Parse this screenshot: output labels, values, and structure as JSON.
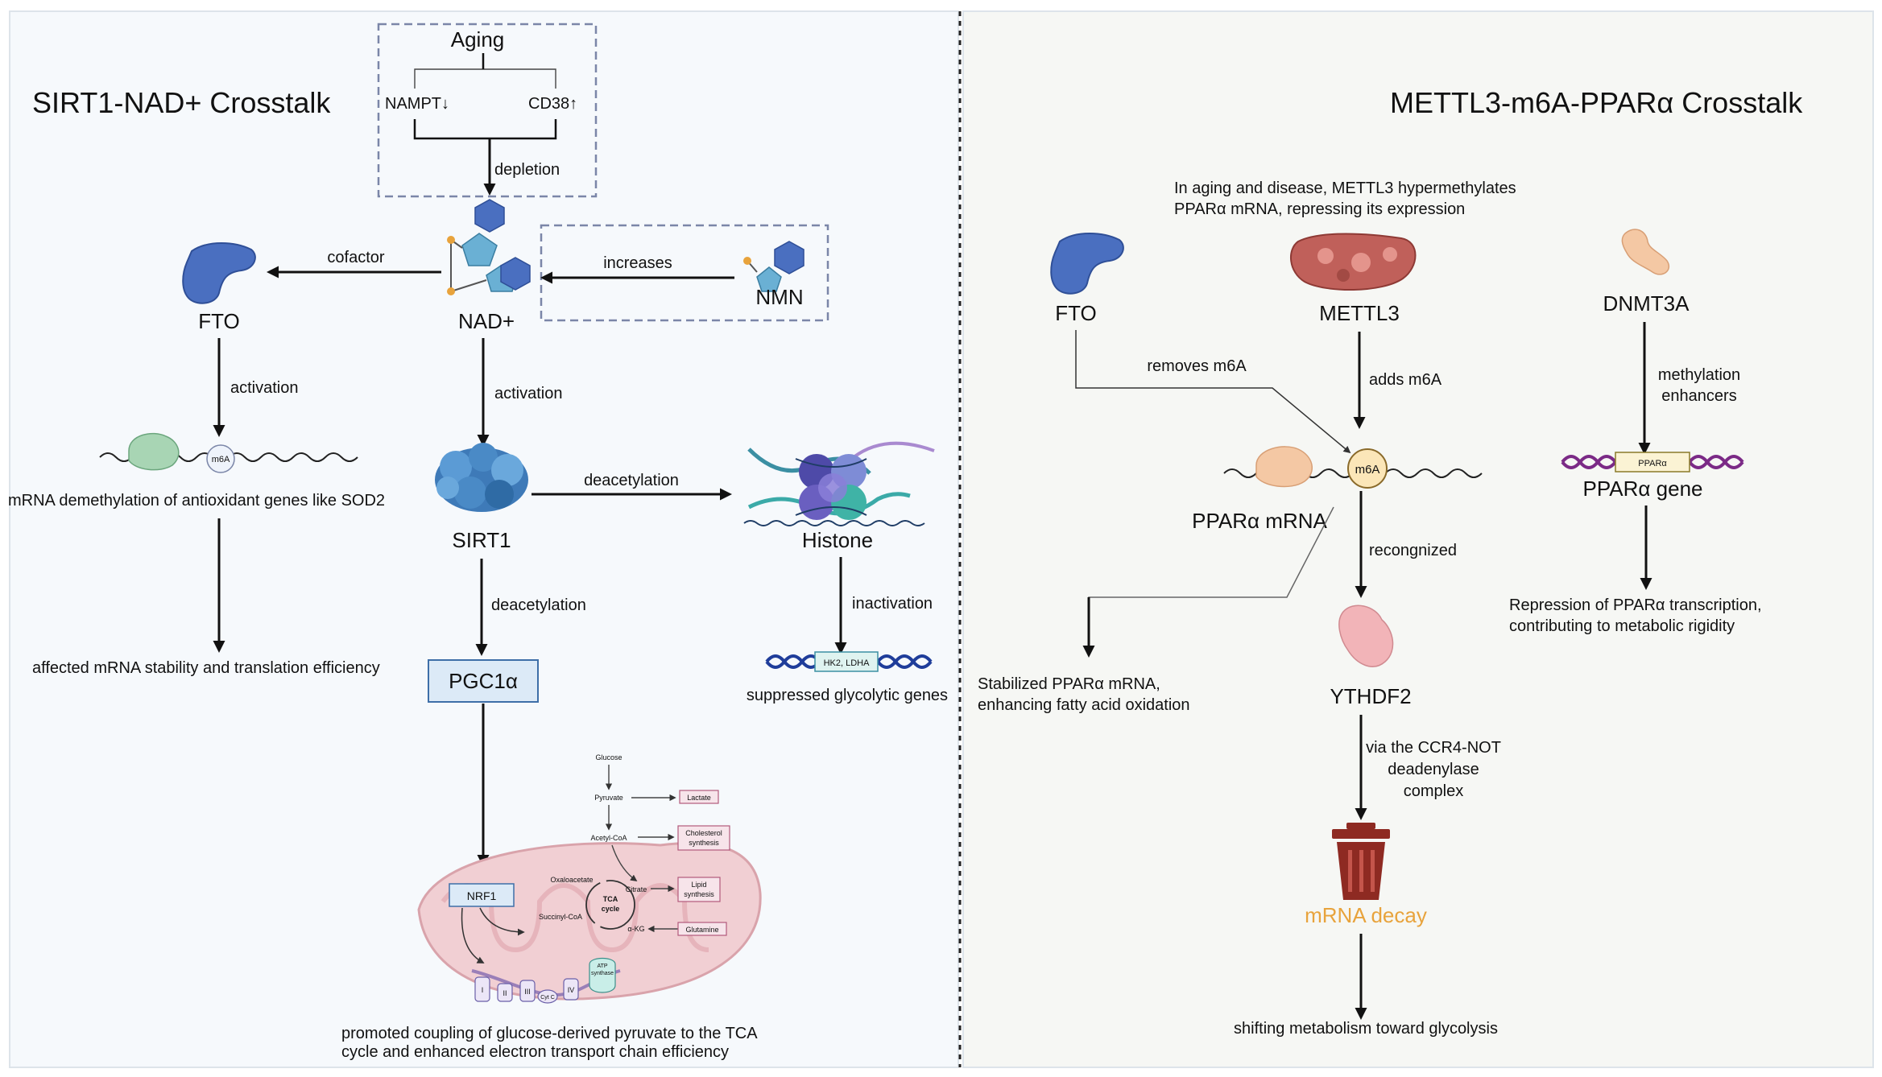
{
  "left_panel": {
    "title": "SIRT1-NAD+ Crosstalk",
    "aging_box": {
      "title": "Aging",
      "nampt": "NAMPT↓",
      "cd38": "CD38↑",
      "depletion": "depletion"
    },
    "nad_label": "NAD+",
    "nmn_label": "NMN",
    "increases_label": "increases",
    "cofactor_label": "cofactor",
    "fto_label": "FTO",
    "fto_activation_label": "activation",
    "m6a_label": "m6A",
    "demethylation_text": "mRNA demethylation of antioxidant genes like SOD2",
    "mrna_stability_text": "affected mRNA stability and translation efficiency",
    "nad_activation_label": "activation",
    "sirt1_label": "SIRT1",
    "histone_deacetylation_label": "deacetylation",
    "histone_label": "Histone",
    "inactivation_label": "inactivation",
    "glyco_gene_box": "HK2, LDHA",
    "glyco_text": "suppressed glycolytic genes",
    "pgc_deacetylation_label": "deacetylation",
    "pgc1a_label": "PGC1α",
    "nrf1_label": "NRF1",
    "metabolism": {
      "glucose": "Glucose",
      "pyruvate": "Pyruvate",
      "lactate": "Lactate",
      "acetyl_coa": "Acetyl-CoA",
      "cholesterol_1": "Cholesterol",
      "cholesterol_2": "synthesis",
      "oxaloacetate": "Oxaloacetate",
      "citrate": "Citrate",
      "lipid_1": "Lipid",
      "lipid_2": "synthesis",
      "tca_1": "TCA",
      "tca_2": "cycle",
      "succinyl_coa": "Succinyl-CoA",
      "akg": "α-KG",
      "glutamine": "Glutamine",
      "complex_i": "I",
      "complex_ii": "II",
      "complex_iii": "III",
      "cyt_c": "Cyt C",
      "complex_iv": "IV",
      "atp_1": "ATP",
      "atp_2": "synthase"
    },
    "bottom_text_1": "promoted coupling of glucose-derived pyruvate to the TCA",
    "bottom_text_2": "cycle and enhanced electron transport chain efficiency"
  },
  "right_panel": {
    "title": "METTL3-m6A-PPARα Crosstalk",
    "intro_1": "In aging and disease, METTL3 hypermethylates",
    "intro_2": "PPARα mRNA, repressing its expression",
    "fto_label": "FTO",
    "mettl3_label": "METTL3",
    "dnmt3a_label": "DNMT3A",
    "removes_label": "removes m6A",
    "adds_label": "adds m6A",
    "methylation_1": "methylation",
    "methylation_2": "enhancers",
    "m6a_label": "m6A",
    "ppara_mrna_label": "PPARα mRNA",
    "ppara_gene_box": "PPARα",
    "ppara_gene_label": "PPARα gene",
    "repression_1": "Repression of PPARα transcription,",
    "repression_2": "contributing to metabolic rigidity",
    "recognized_label": "recongnized",
    "stabilized_1": "Stabilized PPARα mRNA,",
    "stabilized_2": "enhancing fatty acid oxidation",
    "ythdf2_label": "YTHDF2",
    "ccr4_1": "via the CCR4-NOT",
    "ccr4_2": "deadenylase",
    "ccr4_3": "complex",
    "decay_label": "mRNA decay",
    "shift_text": "shifting metabolism toward glycolysis"
  },
  "colors": {
    "left_bg": "#f6f9fc",
    "right_bg": "#f6f7f4",
    "protein_blue": "#4a6fc0",
    "mettl3_red": "#c0605a",
    "decay_orange": "#e8a33c",
    "mito_pink": "#f1cfd3",
    "trash_red": "#8e2a22",
    "box_blue": "#dceaf7"
  }
}
